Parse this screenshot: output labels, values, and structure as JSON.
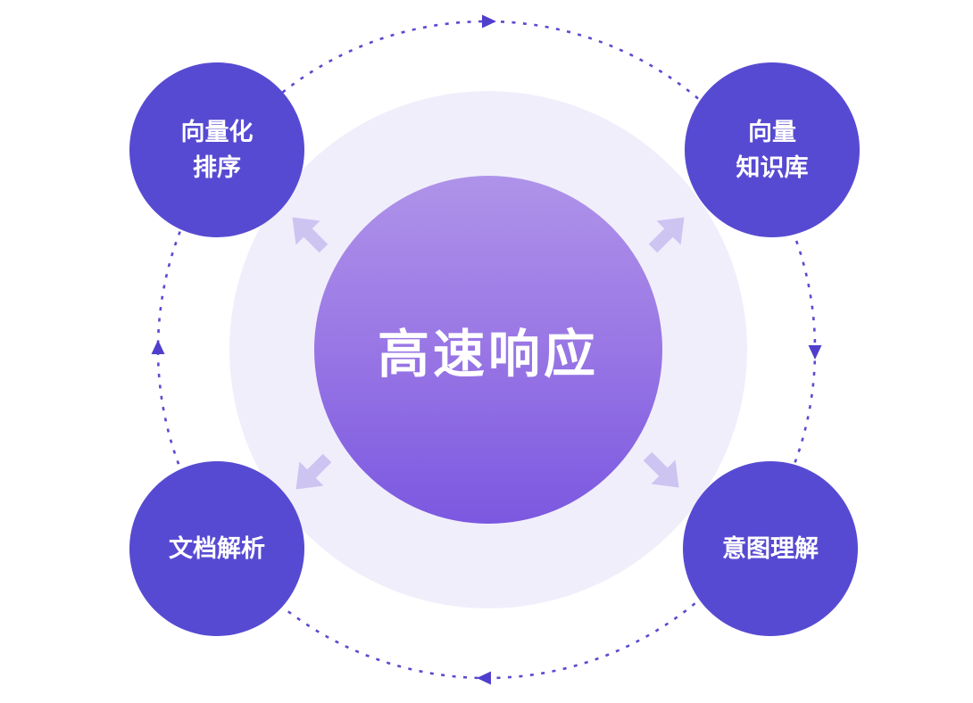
{
  "diagram": {
    "center": {
      "label": "高速响应"
    },
    "nodes": [
      {
        "id": "vectorize-sort",
        "lines": [
          "向量化",
          "排序"
        ]
      },
      {
        "id": "vector-knowledge",
        "lines": [
          "向量",
          "知识库"
        ]
      },
      {
        "id": "document-parsing",
        "lines": [
          "文档解析"
        ]
      },
      {
        "id": "intent-understanding",
        "lines": [
          "意图理解"
        ]
      }
    ],
    "orbit": {
      "direction": "clockwise",
      "style": "dashed"
    },
    "colors": {
      "node_fill": "#574ad2",
      "center_gradient_top": "#af93e9",
      "center_gradient_bottom": "#7b58e0",
      "halo": "#f1eefb",
      "orbit_stroke": "#5a4bd0",
      "orbit_arrow": "#4f3fcc",
      "pointer_arrow": "#cdc4f2",
      "text": "#ffffff",
      "background": "#ffffff"
    }
  }
}
